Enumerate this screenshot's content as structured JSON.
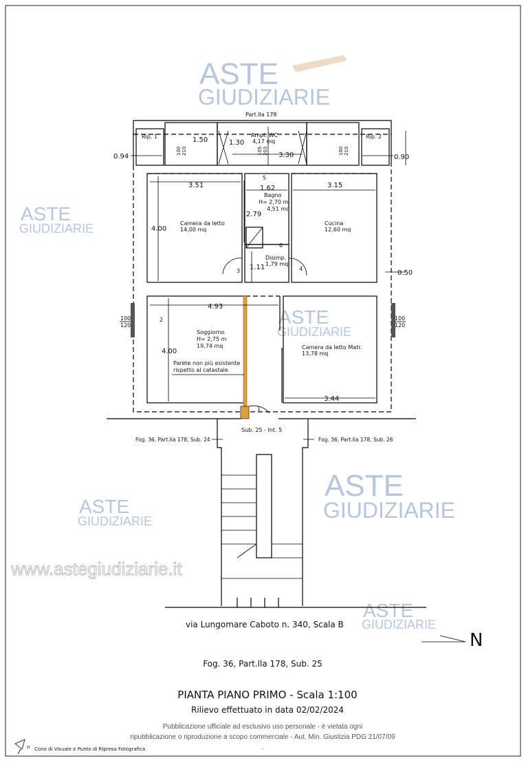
{
  "plan": {
    "parcel_top": "Part.lla 178",
    "rooms": {
      "rip1": "Rip. 1",
      "rip2": "Rip. 2",
      "ampl_wc": {
        "name": "Ampl. WC",
        "area": "4,17 mq"
      },
      "camera": {
        "name": "Camera da letto",
        "area": "14,00 mq"
      },
      "bagno": {
        "name": "Bagno",
        "height": "H= 2,70 m",
        "area": "4,51 mq"
      },
      "cucina": {
        "name": "Cucina",
        "area": "12,60 mq"
      },
      "disimp": {
        "name": "Disimp.",
        "area": "1,79 mq"
      },
      "soggiorno": {
        "name": "Soggiorno",
        "height": "H= 2,75 m",
        "area": "19,74 mq"
      },
      "matr": {
        "name": "Camera da letto Matr.",
        "area": "13,78 mq"
      }
    },
    "dimensions": {
      "d094": "0.94",
      "d150": "1.50",
      "d130": "1.30",
      "d330": "3.30",
      "d090": "0.90",
      "d351": "3.51",
      "d162": "1.62",
      "d315": "3.15",
      "d400a": "4.00",
      "d279": "2.79",
      "d111": "1.11",
      "d050": "0.50",
      "d493": "4.93",
      "d400b": "4.00",
      "d344": "3.44",
      "w100a": "100",
      "w210a": "210",
      "w105": "105",
      "w203": "203",
      "w100b": "100",
      "w210b": "210",
      "win_l_top": "100",
      "win_l_bot": "120",
      "win_r_top": "100",
      "win_r_bot": "120"
    },
    "photo_points": [
      "1",
      "2",
      "3",
      "4",
      "5",
      "6"
    ],
    "wall_note_1": "Parete non più esistente",
    "wall_note_2": "rispetto al catastale",
    "entrance": "Sub. 25 - Int. 5",
    "neighbor_left": "Fog. 36, Part.lla 178, Sub. 24",
    "neighbor_right": "Fog. 36, Part.lla 178, Sub. 26",
    "street": "via Lungomare Caboto n. 340, Scala B",
    "north": "N"
  },
  "footer": {
    "cadastral": "Fog. 36, Part.lla 178, Sub. 25",
    "title": "PIANTA PIANO PRIMO - Scala 1:100",
    "survey": "Rilievo effettuato in data 02/02/2024",
    "legend_symbol": "n",
    "legend": "Cono di Visuale e Punto di Ripresa Fotografica",
    "disclaimer_1": "Pubblicazione ufficiale ad esclusivo uso personale - è vietata ogni",
    "disclaimer_2": "ripubblicazione o riproduzione a scopo commerciale - Aut. Min. Giustizia PDG 21/07/09",
    "dash": "-"
  },
  "watermark": {
    "line1": "ASTE",
    "line2": "GIUDIZIARIE",
    "site": "www.astegiudiziarie.it"
  },
  "colors": {
    "removed_wall": "#e0a040",
    "watermark": "#9fb3cf"
  }
}
